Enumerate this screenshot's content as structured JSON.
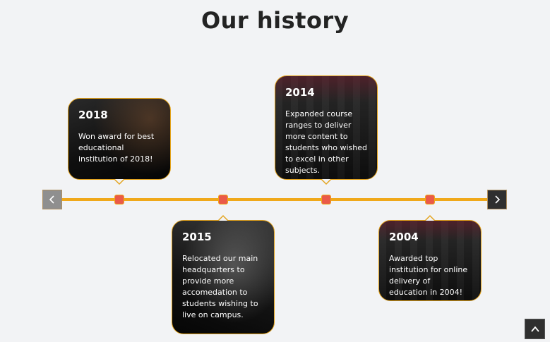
{
  "page": {
    "title": "Our history"
  },
  "timeline": {
    "accent_color": "#f0a81a",
    "dot_color": "#ea5a48",
    "prev_icon": "chevron-left-icon",
    "next_icon": "chevron-right-icon",
    "events": [
      {
        "year": "2018",
        "description": "Won award for best educational institution of 2018!"
      },
      {
        "year": "2015",
        "description": "Relocated our main headquarters to provide more accomedation to students wishing to live on campus."
      },
      {
        "year": "2014",
        "description": "Expanded course ranges to deliver more content to students who wished to excel in other subjects."
      },
      {
        "year": "2004",
        "description": "Awarded top institution for online delivery of education in 2004!"
      }
    ]
  },
  "scroll_top": {
    "icon": "chevron-up-icon"
  }
}
